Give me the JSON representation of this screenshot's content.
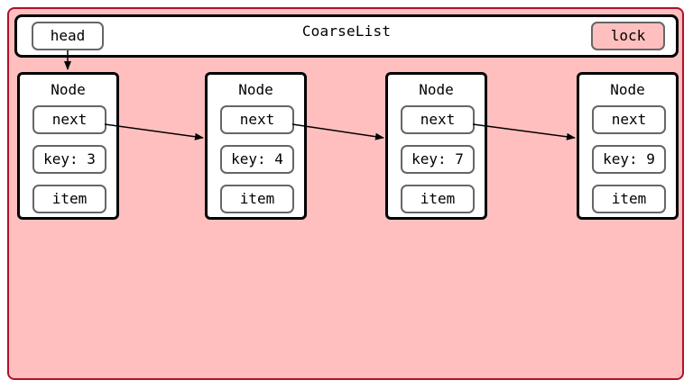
{
  "list": {
    "title": "CoarseList",
    "head_label": "head",
    "lock_label": "lock"
  },
  "nodes": [
    {
      "label": "Node",
      "next": "next",
      "key": "key: 3",
      "item": "item"
    },
    {
      "label": "Node",
      "next": "next",
      "key": "key: 4",
      "item": "item"
    },
    {
      "label": "Node",
      "next": "next",
      "key": "key: 7",
      "item": "item"
    },
    {
      "label": "Node",
      "next": "next",
      "key": "key: 9",
      "item": "item"
    }
  ],
  "colors": {
    "container_fill": "#ffbfbf",
    "container_border": "#b0102a",
    "lock_fill": "#ffbfbf"
  }
}
